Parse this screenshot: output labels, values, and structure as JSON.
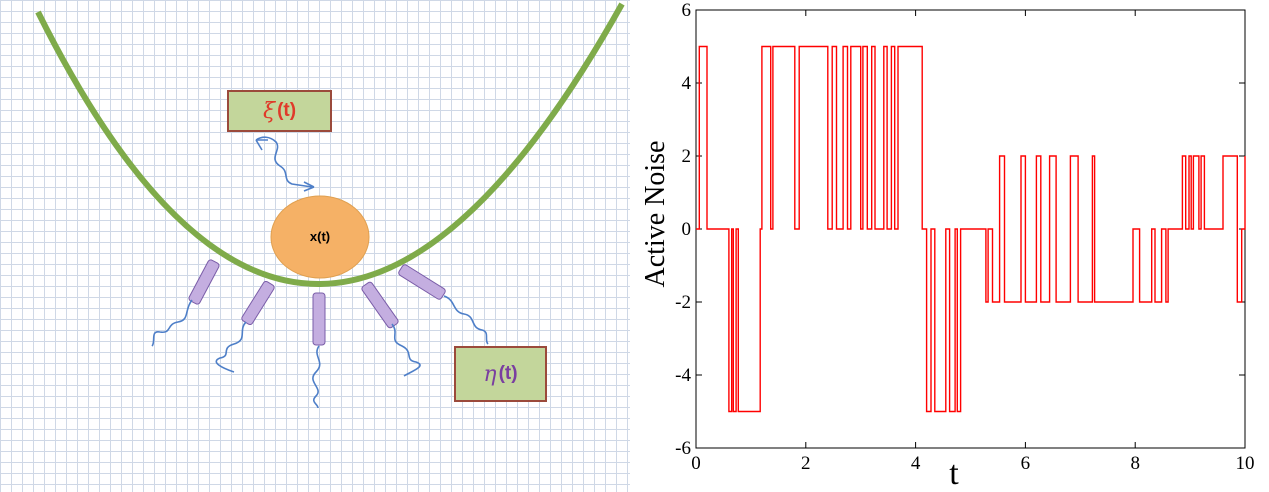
{
  "diagram": {
    "particle_label": "x(t)",
    "active_noise_label": {
      "symbol": "ξ",
      "argument": "(t)",
      "symbol_color": "#e03a2a",
      "argument_color": "#e03a2a"
    },
    "thermal_noise_label": {
      "symbol": "η",
      "argument": "(t)",
      "symbol_color": "#7a3fa0",
      "argument_color": "#7a3fa0"
    },
    "colors": {
      "potential": "#7fab4a",
      "particle_fill": "#f5b166",
      "bath_molecule_fill": "#c4aee0",
      "bath_molecule_stroke": "#7a5da8",
      "wavy_line": "#4e7fc8",
      "box_fill": "#c3d69b",
      "box_border": "#9b4a3b"
    }
  },
  "chart_data": {
    "type": "line",
    "step": true,
    "title": "",
    "xlabel": "t",
    "ylabel": "Active Noise",
    "xlim": [
      0,
      10
    ],
    "ylim": [
      -6,
      6
    ],
    "xticks": [
      0,
      2,
      4,
      6,
      8,
      10
    ],
    "yticks": [
      -6,
      -4,
      -2,
      0,
      2,
      4,
      6
    ],
    "xtick_labels": [
      "0",
      "2",
      "4",
      "6",
      "8",
      "10"
    ],
    "ytick_labels": [
      "-6",
      "-4",
      "-2",
      "0",
      "2",
      "4",
      "6"
    ],
    "grid": false,
    "series": [
      {
        "color": "#ff0000",
        "x": [
          0,
          0.06,
          0.2,
          0.33,
          0.6,
          0.65,
          0.68,
          0.73,
          0.77,
          1.17,
          1.2,
          1.36,
          1.4,
          1.8,
          1.88,
          2.4,
          2.48,
          2.56,
          2.68,
          2.76,
          2.82,
          3.0,
          3.04,
          3.12,
          3.2,
          3.26,
          3.42,
          3.48,
          3.56,
          3.62,
          3.68,
          4.12,
          4.2,
          4.28,
          4.35,
          4.55,
          4.62,
          4.72,
          4.76,
          4.82,
          5.2,
          5.28,
          5.32,
          5.4,
          5.53,
          5.62,
          5.76,
          5.92,
          6.0,
          6.2,
          6.28,
          6.44,
          6.56,
          6.74,
          6.82,
          6.96,
          7.18,
          7.22,
          7.26,
          7.3,
          7.93,
          7.96,
          8.08,
          8.3,
          8.36,
          8.48,
          8.56,
          8.6,
          8.86,
          8.92,
          8.98,
          9.02,
          9.06,
          9.16,
          9.2,
          9.26,
          9.6,
          9.86,
          9.94,
          10.0
        ],
        "y": [
          0,
          5,
          0,
          0,
          -5,
          0,
          -5,
          0,
          -5,
          0,
          5,
          0,
          5,
          0,
          5,
          0,
          5,
          0,
          5,
          0,
          5,
          0,
          5,
          0,
          5,
          0,
          5,
          0,
          5,
          0,
          5,
          0,
          -5,
          0,
          -5,
          0,
          -5,
          0,
          -5,
          0,
          0,
          -2,
          0,
          -2,
          2,
          -2,
          -2,
          2,
          -2,
          2,
          -2,
          2,
          -2,
          -2,
          2,
          -2,
          -2,
          2,
          -2,
          -2,
          -2,
          0,
          -2,
          0,
          -2,
          0,
          -2,
          0,
          2,
          0,
          2,
          0,
          2,
          0,
          2,
          0,
          2,
          -2,
          0,
          2
        ]
      }
    ]
  }
}
